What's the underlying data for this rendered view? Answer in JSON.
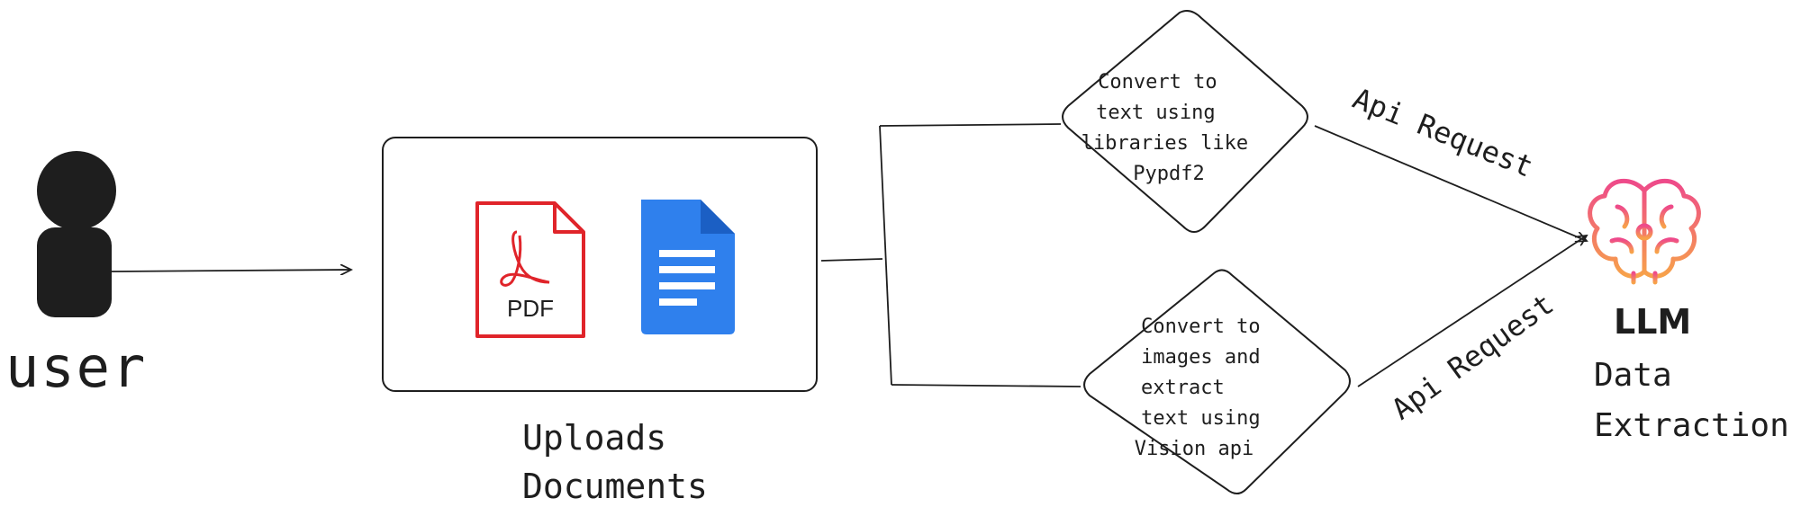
{
  "user": {
    "label": "user"
  },
  "upload": {
    "label_line1": "Uploads",
    "label_line2": "Documents",
    "pdf_text": "PDF"
  },
  "branch_top": {
    "lines": [
      "Convert to",
      "text using",
      "libraries like",
      "Pypdf2"
    ],
    "edge_label": "Api Request"
  },
  "branch_bottom": {
    "lines": [
      "Convert to",
      "images and",
      "extract",
      "text using",
      "Vision api"
    ],
    "edge_label": "Api Request"
  },
  "llm": {
    "title": "LLM",
    "subtitle_line1": "Data",
    "subtitle_line2": "Extraction"
  },
  "colors": {
    "ink": "#1e1e1e",
    "pdf_red": "#e0242a",
    "docs_blue": "#2f80ed",
    "docs_fold": "#1b5fc4",
    "brain_top": "#ee4a8a",
    "brain_bottom": "#f7a24a"
  }
}
